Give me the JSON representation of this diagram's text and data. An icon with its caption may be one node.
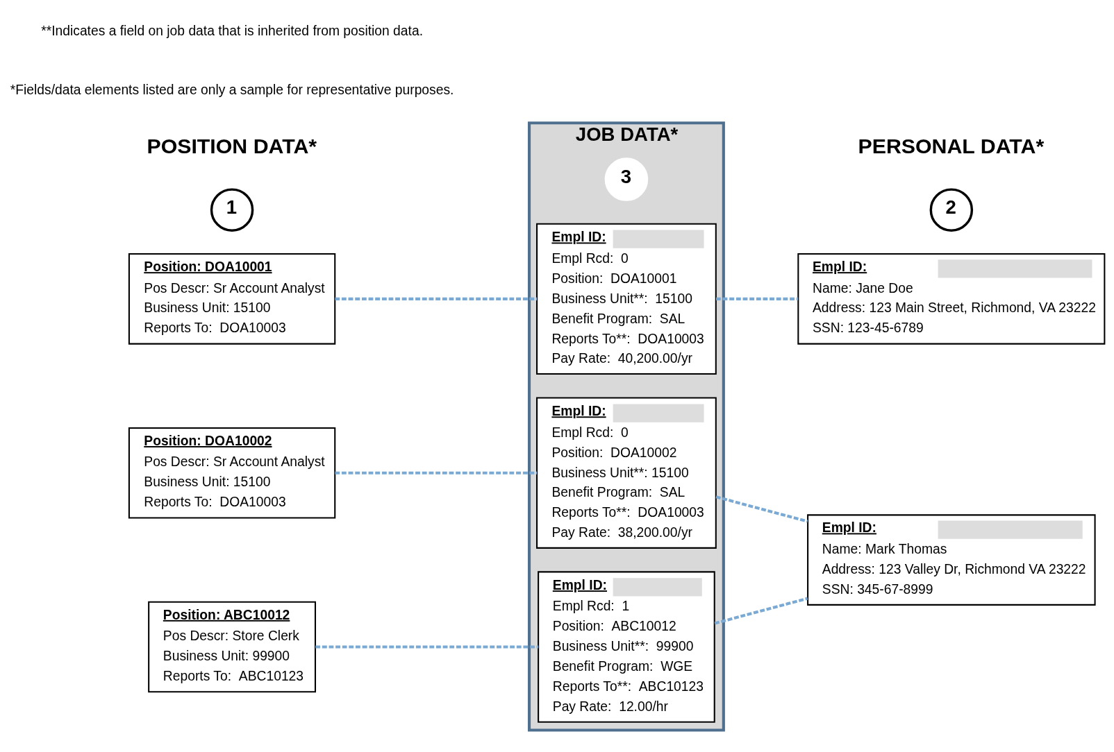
{
  "diagram": {
    "nodes": [
      {
        "text": [
          "1"
        ]
      },
      {
        "text": [
          "JOB DATA*"
        ]
      },
      {
        "text": [
          "3"
        ],
        "in": 1
      },
      {
        "text": [
          "Empl ID:",
          "Empl Rcd:  0",
          "Position:  DOA10001",
          "Business Unit**:  15100",
          "Benefit Program:  SAL",
          "Reports To**:  DOA10003",
          "Pay Rate:  40,200.00/yr"
        ],
        "in": 1
      },
      {
        "text": [
          "Empl ID:",
          "Empl Rcd:  0",
          "Position:  DOA10002",
          "Business Unit**: 15100",
          "Benefit Program:  SAL",
          "Reports To**:  DOA10003",
          "Pay Rate:  38,200.00/yr"
        ],
        "in": 1
      },
      {
        "text": [
          "Empl ID:",
          "Empl Rcd:  1",
          "Position:  ABC10012",
          "Business Unit**:  99900",
          "Benefit Program:  WGE",
          "Reports To**:  ABC10123",
          "Pay Rate:  12.00/hr"
        ],
        "in": 1
      },
      {
        "text": [
          "2"
        ]
      },
      {
        "text": [
          "Position: DOA10001",
          "Pos Descr: Sr Account Analyst",
          "Business Unit: 15100",
          "Reports To:  DOA10003"
        ]
      },
      {
        "text": [
          "Position: DOA10002",
          "Pos Descr: Sr Account Analyst",
          "Business Unit: 15100",
          "Reports To:  DOA10003"
        ]
      },
      {
        "text": [
          "Position: ABC10012",
          "Pos Descr: Store Clerk",
          "Business Unit: 99900",
          "Reports To:  ABC10123"
        ]
      },
      {
        "text": [
          "Empl ID:",
          "Name: Jane Doe",
          "Address: 123 Main Street, Richmond, VA 23222",
          "SSN: 123-45-6789"
        ]
      },
      {
        "text": [
          "Empl ID:",
          "Name: Mark Thomas",
          "Address: 123 Valley Dr, Richmond VA 23222",
          "SSN: 345-67-8999"
        ]
      }
    ],
    "edges": [
      {
        "from": 7,
        "to": 3,
        "arrow": "none",
        "style": "dashed",
        "color": "#7aaad4"
      },
      {
        "from": 8,
        "to": 4,
        "arrow": "none",
        "style": "dashed",
        "color": "#7aaad4"
      },
      {
        "from": 9,
        "to": 5,
        "arrow": "none",
        "style": "dashed",
        "color": "#7aaad4"
      },
      {
        "from": 3,
        "to": 10,
        "arrow": "none",
        "style": "dashed",
        "color": "#7aaad4"
      },
      {
        "from": 4,
        "to": 11,
        "arrow": "none",
        "style": "dashed",
        "color": "#7aaad4"
      },
      {
        "from": 5,
        "to": 11,
        "arrow": "none",
        "style": "dashed",
        "color": "#7aaad4"
      }
    ],
    "labels": [
      "POSITION DATA*",
      "PERSONAL DATA*",
      "*Fields/data elements listed are only a sample for representative purposes.",
      "**Indicates a field on job data that is inherited from position data."
    ]
  }
}
